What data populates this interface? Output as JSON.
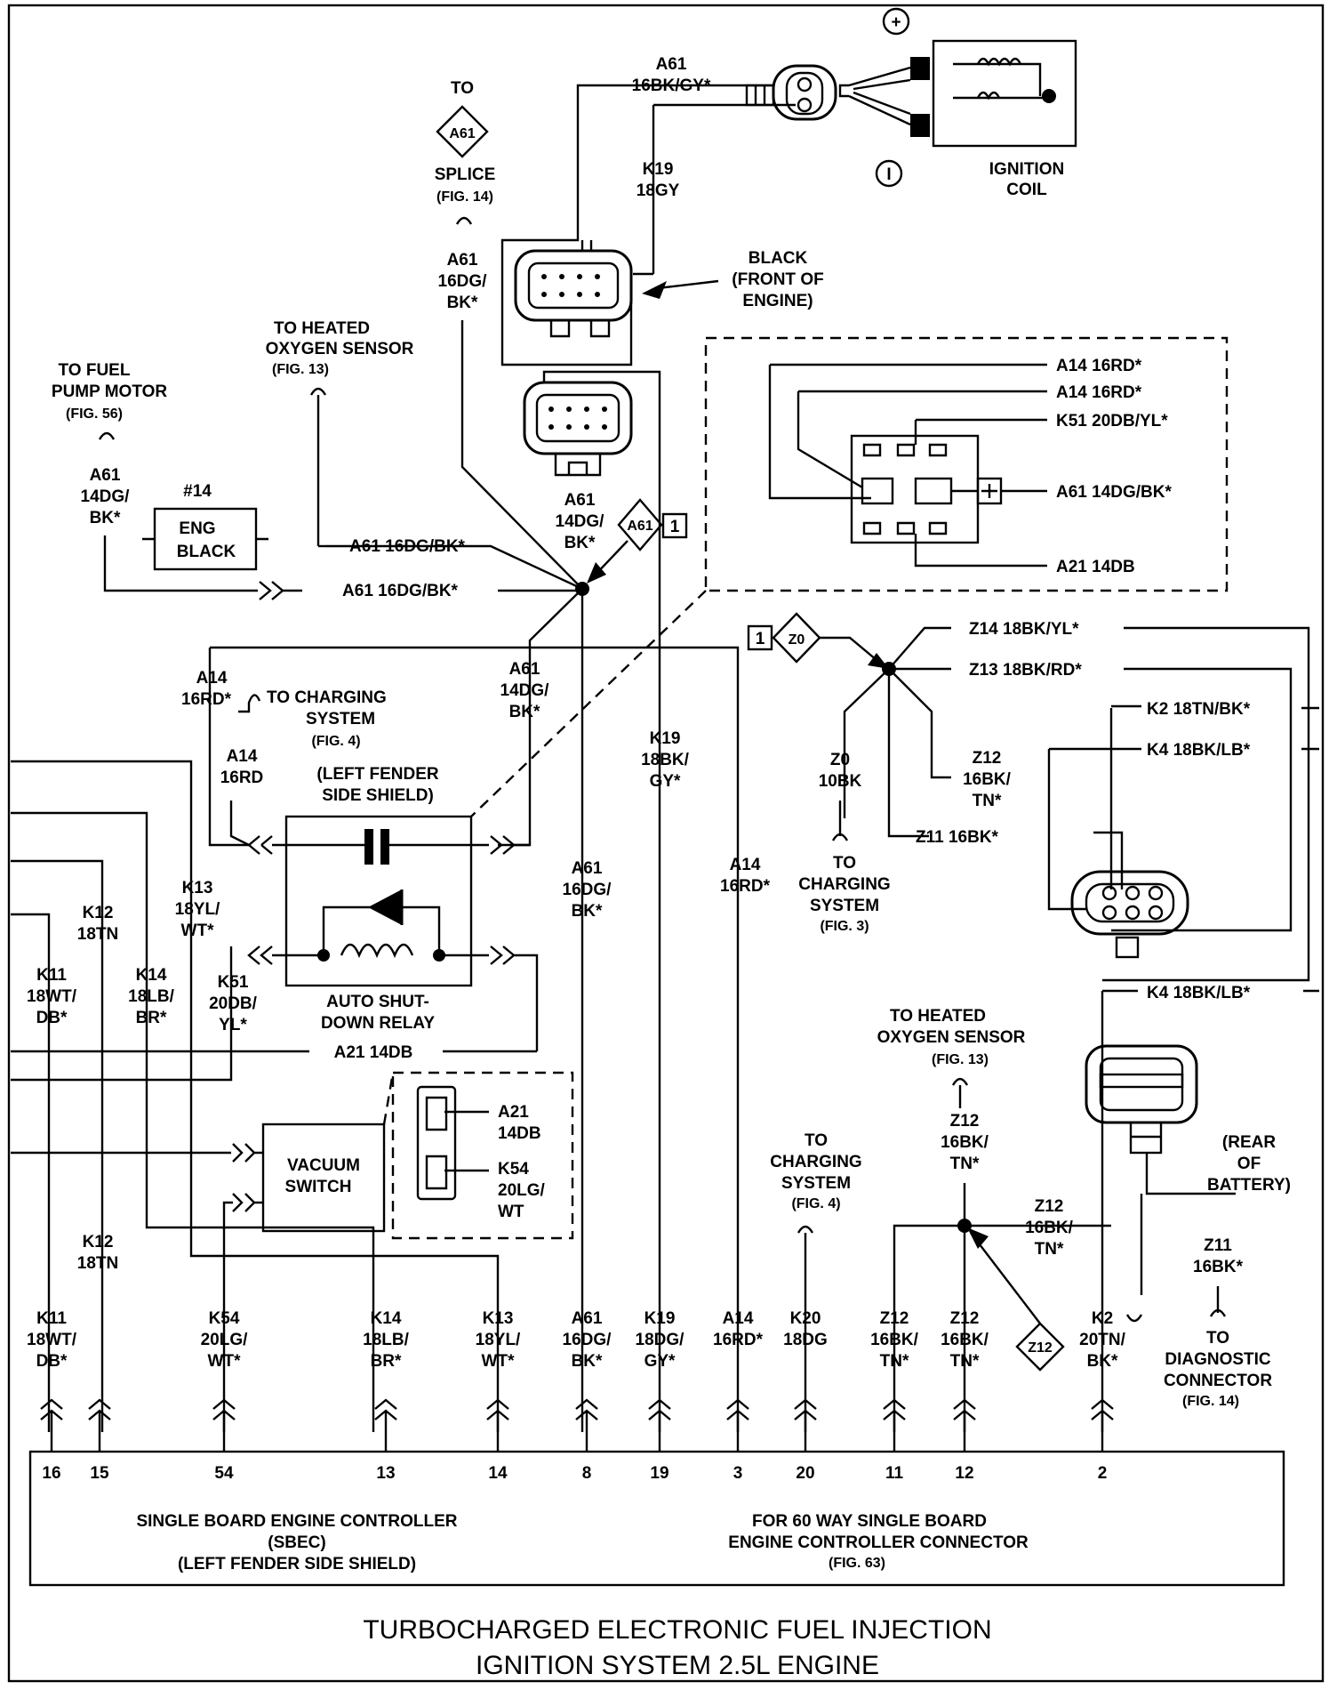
{
  "title": {
    "line1": "TURBOCHARGED ELECTRONIC FUEL INJECTION",
    "line2": "IGNITION SYSTEM 2.5L ENGINE"
  },
  "ignition_coil": {
    "label1": "IGNITION",
    "label2": "COIL",
    "plus": "+",
    "minus": "I"
  },
  "coil_wire": {
    "code": "A61",
    "spec": "16BK/GY*"
  },
  "k19_top": {
    "code": "K19",
    "spec": "18GY"
  },
  "black_connector": {
    "line1": "BLACK",
    "line2": "(FRONT OF",
    "line3": "ENGINE)"
  },
  "splice_ref": {
    "to": "TO",
    "tag": "A61",
    "line1": "SPLICE",
    "line2": "(FIG. 14)"
  },
  "a61_splice_wire": {
    "l1": "A61",
    "l2": "16DG/",
    "l3": "BK*"
  },
  "heated_o2_top": {
    "l1": "TO HEATED",
    "l2": "OXYGEN SENSOR",
    "l3": "(FIG. 13)"
  },
  "fuel_pump": {
    "l1": "TO FUEL",
    "l2": "PUMP  MOTOR",
    "l3": "(FIG. 56)"
  },
  "a61_fuel": {
    "l1": "A61",
    "l2": "14DG/",
    "l3": "BK*"
  },
  "eng_black": {
    "num": "#14",
    "l1": "ENG",
    "l2": "BLACK"
  },
  "wire_a61_upper": "A61 16DG/BK*",
  "wire_a61_lower": "A61 16DG/BK*",
  "a61_center": {
    "l1": "A61",
    "l2": "14DG/",
    "l3": "BK*"
  },
  "diamond_a61_1": {
    "tag": "A61",
    "num": "1"
  },
  "relay_inset": {
    "w1": "A14 16RD*",
    "w2": "A14 16RD*",
    "w3": "K51 20DB/YL*",
    "w4": "A61 14DG/BK*",
    "w5": "A21 14DB"
  },
  "z0_ref": {
    "num": "1",
    "tag": "Z0"
  },
  "z14": "Z14 18BK/YL*",
  "z13": "Z13 18BK/RD*",
  "k2_top": "K2 18TN/BK*",
  "k4_top": "K4 18BK/LB*",
  "z12_top": {
    "l1": "Z12",
    "l2": "16BK/",
    "l3": "TN*"
  },
  "z0_wire": {
    "l1": "Z0",
    "l2": "10BK"
  },
  "z11_top": "Z11 16BK*",
  "charging3": {
    "l1": "TO",
    "l2": "CHARGING",
    "l3": "SYSTEM",
    "l4": "(FIG. 3)"
  },
  "a14_left": {
    "l1": "A14",
    "l2": "16RD*"
  },
  "to_charging_4": {
    "l1": "TO CHARGING",
    "l2": "SYSTEM",
    "l3": "(FIG. 4)"
  },
  "a14_16rd": {
    "l1": "A14",
    "l2": "16RD"
  },
  "left_fender": {
    "l1": "(LEFT FENDER",
    "l2": "SIDE SHIELD)"
  },
  "a61_mid": {
    "l1": "A61",
    "l2": "14DG/",
    "l3": "BK*"
  },
  "k19_mid": {
    "l1": "K19",
    "l2": "18BK/",
    "l3": "GY*"
  },
  "a61_16dg_mid": {
    "l1": "A61",
    "l2": "16DG/",
    "l3": "BK*"
  },
  "a14_16rd_mid": {
    "l1": "A14",
    "l2": "16RD*"
  },
  "k12_upper": {
    "l1": "K12",
    "l2": "18TN"
  },
  "k13_upper": {
    "l1": "K13",
    "l2": "18YL/",
    "l3": "WT*"
  },
  "k11_upper": {
    "l1": "K11",
    "l2": "18WT/",
    "l3": "DB*"
  },
  "k14_upper": {
    "l1": "K14",
    "l2": "18LB/",
    "l3": "BR*"
  },
  "k51": {
    "l1": "K51",
    "l2": "20DB/",
    "l3": "YL*"
  },
  "asd_relay": {
    "l1": "AUTO SHUT-",
    "l2": "DOWN RELAY"
  },
  "a21_wire": "A21 14DB",
  "vacuum_switch": {
    "l1": "VACUUM",
    "l2": "SWITCH"
  },
  "vac_inset": {
    "a21_l1": "A21",
    "a21_l2": "14DB",
    "k54_l1": "K54",
    "k54_l2": "20LG/",
    "k54_l3": "WT"
  },
  "k12_lower": {
    "l1": "K12",
    "l2": "18TN"
  },
  "k4_lower": "K4 18BK/LB*",
  "heated_o2_right": {
    "l1": "TO HEATED",
    "l2": "OXYGEN SENSOR",
    "l3": "(FIG. 13)"
  },
  "z12_r1": {
    "l1": "Z12",
    "l2": "16BK/",
    "l3": "TN*"
  },
  "rear_battery": {
    "l1": "(REAR",
    "l2": "OF",
    "l3": "BATTERY)"
  },
  "z12_r2": {
    "l1": "Z12",
    "l2": "16BK/",
    "l3": "TN*"
  },
  "z11_right": {
    "l1": "Z11",
    "l2": "16BK*"
  },
  "to_diag": {
    "l1": "TO",
    "l2": "DIAGNOSTIC",
    "l3": "CONNECTOR",
    "l4": "(FIG. 14)"
  },
  "to_charging_4b": {
    "l1": "TO",
    "l2": "CHARGING",
    "l3": "SYSTEM",
    "l4": "(FIG. 4)"
  },
  "diamond_z12": "Z12",
  "bottom_wires": [
    {
      "l1": "K11",
      "l2": "18WT/",
      "l3": "DB*"
    },
    {
      "l1": "K54",
      "l2": "20LG/",
      "l3": "WT*"
    },
    {
      "l1": "K14",
      "l2": "18LB/",
      "l3": "BR*"
    },
    {
      "l1": "K13",
      "l2": "18YL/",
      "l3": "WT*"
    },
    {
      "l1": "A61",
      "l2": "16DG/",
      "l3": "BK*"
    },
    {
      "l1": "K19",
      "l2": "18DG/",
      "l3": "GY*"
    },
    {
      "l1": "A14",
      "l2": "16RD*",
      "l3": ""
    },
    {
      "l1": "K20",
      "l2": "18DG",
      "l3": ""
    },
    {
      "l1": "Z12",
      "l2": "16BK/",
      "l3": "TN*"
    },
    {
      "l1": "Z12",
      "l2": "16BK/",
      "l3": "TN*"
    },
    {
      "l1": "K2",
      "l2": "20TN/",
      "l3": "BK*"
    }
  ],
  "pins": [
    "16",
    "15",
    "54",
    "13",
    "14",
    "8",
    "19",
    "3",
    "20",
    "11",
    "12",
    "2"
  ],
  "sbec": {
    "l1": "SINGLE BOARD ENGINE CONTROLLER",
    "l2": "(SBEC)",
    "l3": "(LEFT FENDER SIDE SHIELD)"
  },
  "connector_note": {
    "l1": "FOR 60 WAY SINGLE BOARD",
    "l2": "ENGINE CONTROLLER CONNECTOR",
    "l3": "(FIG. 63)"
  }
}
